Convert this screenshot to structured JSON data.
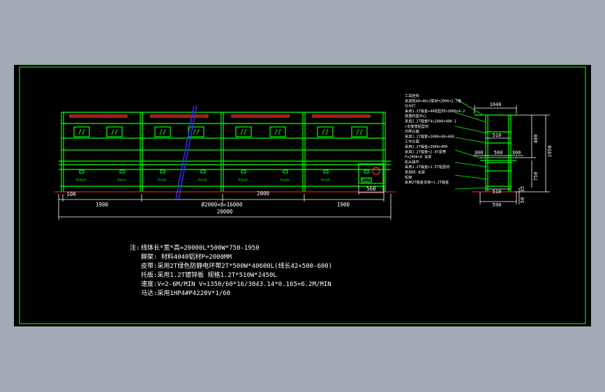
{
  "colors": {
    "background": "#a3a9b6",
    "sheet": "#000000",
    "frame": "#19d219",
    "line": "#00ff00",
    "dim": "#ffffff",
    "accent": "#ff2a2a",
    "blue": "#3030ff",
    "note": "#ffffff"
  },
  "front_view": {
    "dims": {
      "left_offset": "100",
      "left_end": "1900",
      "middle": "Ø2000×8=16000",
      "pitch": "2000",
      "right_end": "1900",
      "total": "20000",
      "motor_box": "560"
    },
    "small_labels": [
      "Avayyb",
      "Auyyu",
      "Avyyb",
      "Avyyb",
      "Anyyb",
      "Auyyb",
      "Avyyb",
      "Auyyb"
    ]
  },
  "side_view": {
    "dims": {
      "top_width": "1040",
      "shelf_510": "510",
      "shelf_300_left": "300",
      "shelf_500": "500",
      "shelf_300_right": "300",
      "bottom_510": "510",
      "base_590": "590",
      "h_400": "400",
      "h_1950": "1950",
      "h_750": "750",
      "h_35": "35",
      "h_50": "50"
    },
    "callouts": [
      "工具挂钩",
      "采用铝40×40×2型材+2000×2-7根",
      "日光灯",
      "采用1.2T钣金+40铝型材×2000×4-2",
      "放置料盒中心",
      "采用1.2T钣金F4×2000×400-1",
      "+支架直铝型材",
      "日照台面",
      "采用1.2T钣金×2000×40×400",
      "工作台面",
      "采用1.2T钣金×2000×400",
      "采用1.2T钣金+2.0T皮带",
      "F=2000×8 支架",
      "机头组件",
      "采用1.2T钣金+1.5T铝型材",
      "采用机 支架",
      "机架",
      "采用2T钣金支架+1.2T钣金"
    ]
  },
  "notes": {
    "prefix": "注:",
    "lines": [
      "线体长*宽*高=20000L*500W*750-1950",
      "脚架: 材料4040铝材P=2000MM",
      "皮带:采用2T绿色防静电环带2T*500W*40600L(线长42+500-600)",
      "托板:采用1.2T镀锌板  规格1.2T*510W*2450L",
      "速度:V=2-6M/MIN V=1350/60*16/3043.14*0.165=6.2M/MIN",
      "马达:采用1HP4#P4220V*1/60"
    ]
  }
}
